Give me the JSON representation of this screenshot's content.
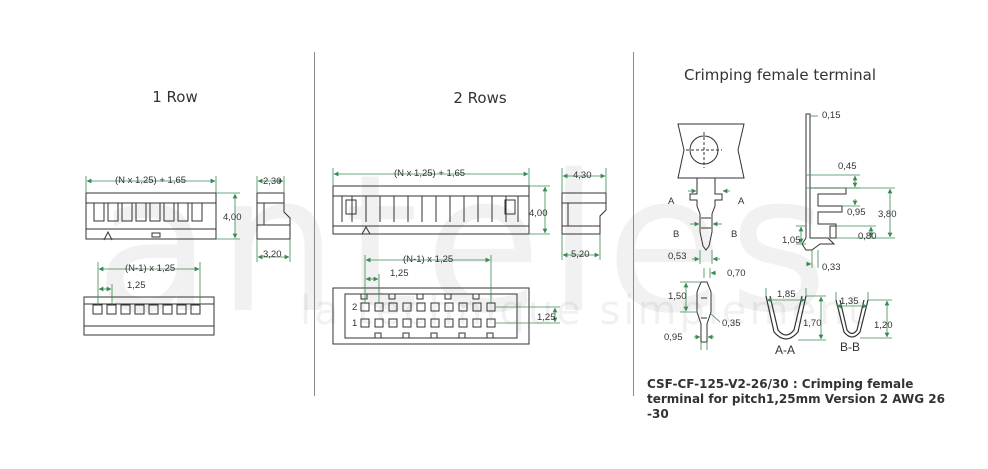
{
  "titles": {
    "one_row": "1 Row",
    "two_rows": "2 Rows",
    "crimp": "Crimping female terminal"
  },
  "watermark": {
    "brand": "anteles",
    "tagline": "la technique simplement"
  },
  "one_row": {
    "width_formula": "(N x 1,25) + 1,65",
    "pitch_formula": "(N-1) x 1,25",
    "pitch": "1,25",
    "height": "4,00",
    "side_top": "2,30",
    "side_bottom": "3,20"
  },
  "two_rows": {
    "width_formula": "(N x 1,25) + 1,65",
    "pitch_formula": "(N-1) x 1,25",
    "pitch": "1,25",
    "row_pitch": "1,25",
    "height": "4,00",
    "side_top": "4,30",
    "side_bottom": "5,20",
    "row2_label": "2",
    "row1_label": "1"
  },
  "crimp": {
    "d_015": "0,15",
    "d_045": "0,45",
    "d_095": "0,95",
    "d_380": "3,80",
    "d_105": "1,05",
    "d_080": "0,80",
    "d_033": "0,33",
    "d_053": "0,53",
    "d_070": "0,70",
    "d_150": "1,50",
    "d_035": "0,35",
    "d_095b": "0,95",
    "d_185": "1,85",
    "d_170": "1,70",
    "d_135": "1,35",
    "d_120": "1,20",
    "sec_a": "A",
    "sec_b": "B",
    "section_aa": "A-A",
    "section_bb": "B-B"
  },
  "footer": "CSF-CF-125-V2-26/30 : Crimping female terminal for pitch1,25mm Version 2 AWG 26 -30",
  "colors": {
    "dimension": "#3a8a52",
    "outline": "#333333",
    "divider": "#8a8a8a"
  }
}
